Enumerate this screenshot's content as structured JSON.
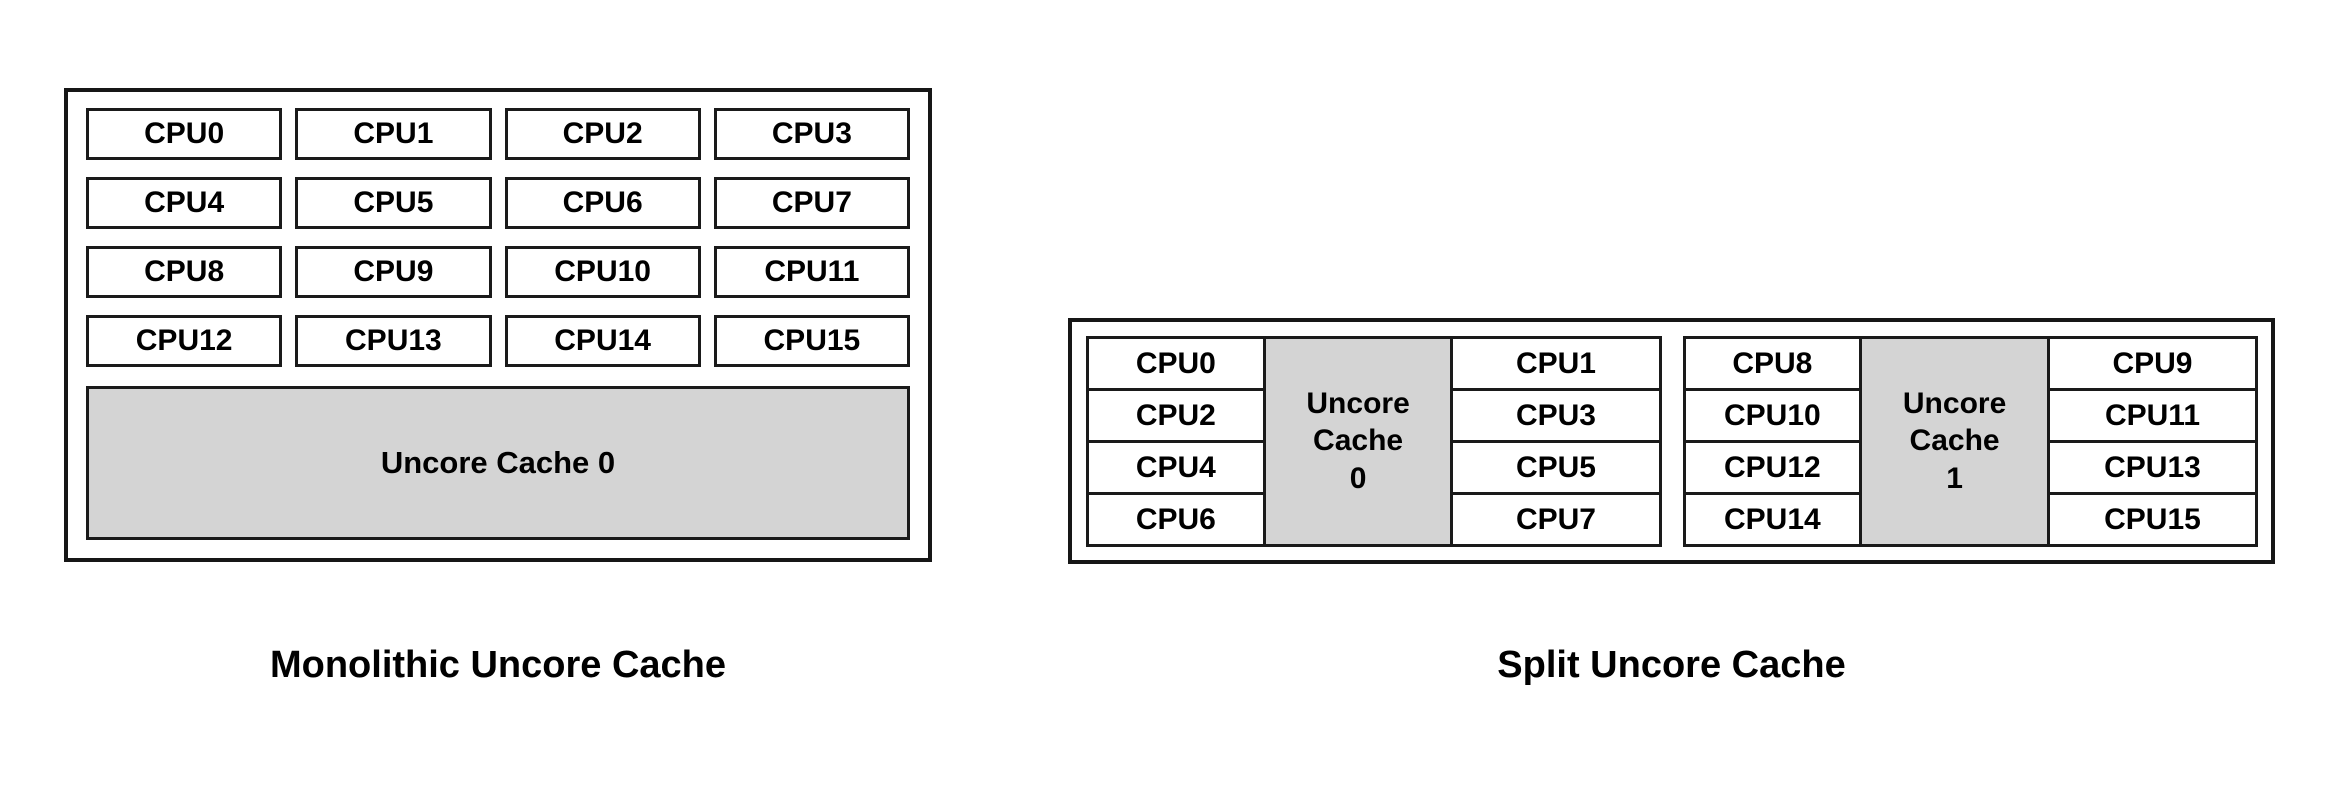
{
  "figures": {
    "monolithic": {
      "caption": "Monolithic Uncore Cache",
      "cpu_rows": [
        [
          "CPU0",
          "CPU1",
          "CPU2",
          "CPU3"
        ],
        [
          "CPU4",
          "CPU5",
          "CPU6",
          "CPU7"
        ],
        [
          "CPU8",
          "CPU9",
          "CPU10",
          "CPU11"
        ],
        [
          "CPU12",
          "CPU13",
          "CPU14",
          "CPU15"
        ]
      ],
      "cache_label": "Uncore Cache 0"
    },
    "split": {
      "caption": "Split Uncore Cache",
      "groups": [
        {
          "left_cpus": [
            "CPU0",
            "CPU2",
            "CPU4",
            "CPU6"
          ],
          "cache_line1": "Uncore",
          "cache_line2": "Cache",
          "cache_line3": "0",
          "right_cpus": [
            "CPU1",
            "CPU3",
            "CPU5",
            "CPU7"
          ]
        },
        {
          "left_cpus": [
            "CPU8",
            "CPU10",
            "CPU12",
            "CPU14"
          ],
          "cache_line1": "Uncore",
          "cache_line2": "Cache",
          "cache_line3": "1",
          "right_cpus": [
            "CPU9",
            "CPU11",
            "CPU13",
            "CPU15"
          ]
        }
      ]
    }
  },
  "colors": {
    "background": "#FFFFFF",
    "border": "#161616",
    "cell_border": "#1A1A1A",
    "cache_fill": "#D4D4D4",
    "text": "#000000"
  }
}
